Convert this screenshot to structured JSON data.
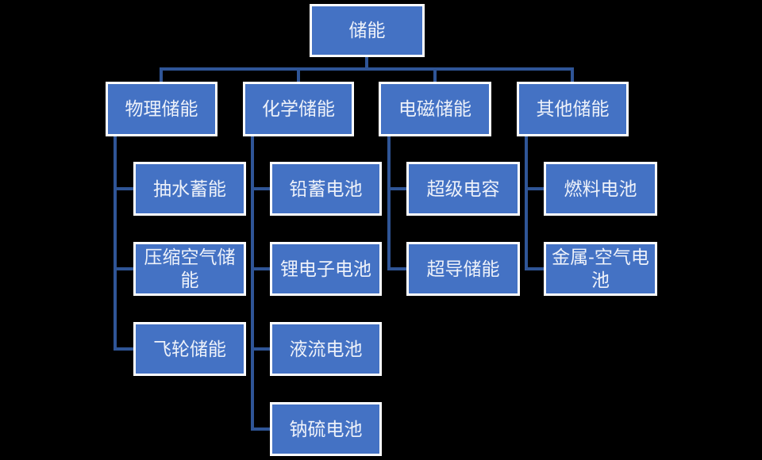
{
  "colors": {
    "background": "#000000",
    "box_fill": "#4472C4",
    "box_border": "#FFFFFF",
    "connector": "#2F5597",
    "text": "#EEF2FA"
  },
  "chart": {
    "root": {
      "label": "储能"
    },
    "branches": [
      {
        "label": "物理储能",
        "children": [
          "抽水蓄能",
          "压缩空气储能",
          "飞轮储能"
        ]
      },
      {
        "label": "化学储能",
        "children": [
          "铅蓄电池",
          "锂电子电池",
          "液流电池",
          "钠硫电池"
        ]
      },
      {
        "label": "电磁储能",
        "children": [
          "超级电容",
          "超导储能"
        ]
      },
      {
        "label": "其他储能",
        "children": [
          "燃料电池",
          "金属-空气电池"
        ]
      }
    ]
  }
}
